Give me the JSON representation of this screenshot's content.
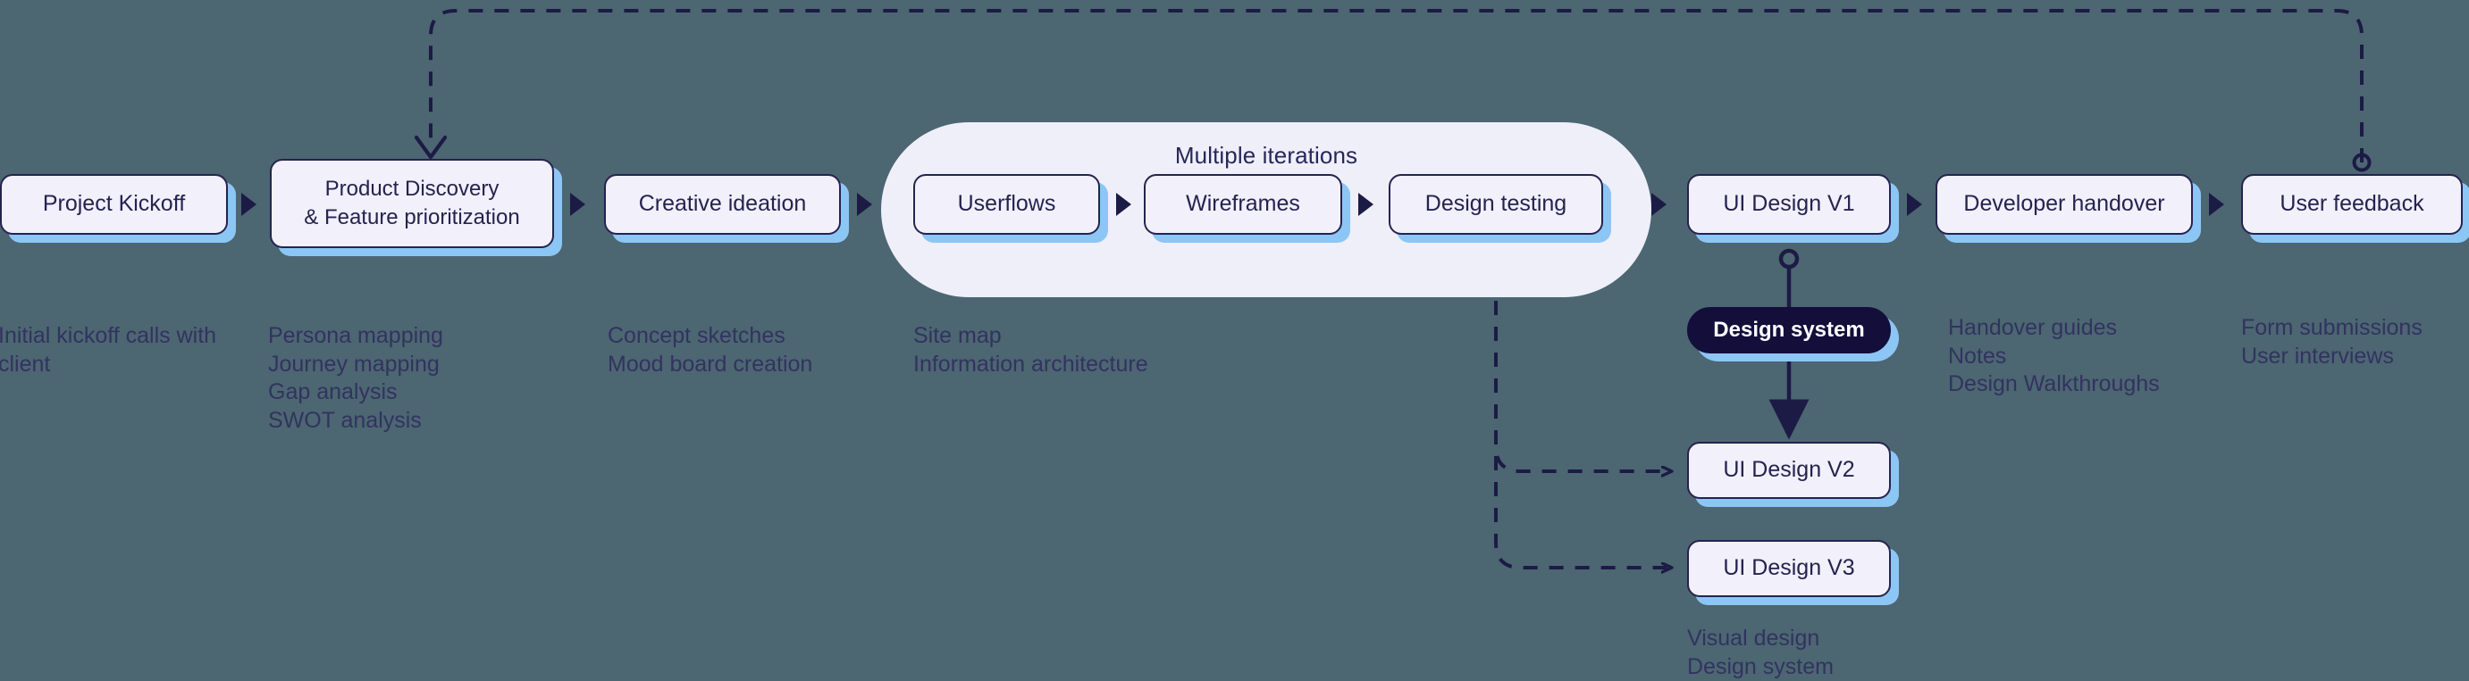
{
  "diagram": {
    "title": "Design process flow",
    "background_color": "#4C6672",
    "node_fill": "#F1F0FB",
    "node_border": "#25234E",
    "node_shadow": "#8CC6F5",
    "accent_dark": "#130F3A",
    "caption_color": "#32335F"
  },
  "group": {
    "label": "Multiple iterations"
  },
  "nodes": {
    "project_kickoff": "Project Kickoff",
    "product_discovery_line1": "Product Discovery",
    "product_discovery_line2": "& Feature prioritization",
    "creative_ideation": "Creative ideation",
    "userflows": "Userflows",
    "wireframes": "Wireframes",
    "design_testing": "Design testing",
    "ui_design_v1": "UI Design V1",
    "ui_design_v2": "UI Design V2",
    "ui_design_v3": "UI Design V3",
    "design_system": "Design system",
    "developer_handover": "Developer handover",
    "user_feedback": "User feedback"
  },
  "captions": {
    "project_kickoff": "Initial kickoff calls with\nclient",
    "product_discovery": "Persona mapping\nJourney mapping\nGap analysis\nSWOT analysis",
    "creative_ideation": "Concept sketches\nMood board creation",
    "userflows": "Site map\nInformation architecture",
    "ui_design_versions": "Visual design\nDesign system",
    "developer_handover": "Handover guides\nNotes\nDesign Walkthroughs",
    "user_feedback": "Form submissions\nUser interviews"
  }
}
